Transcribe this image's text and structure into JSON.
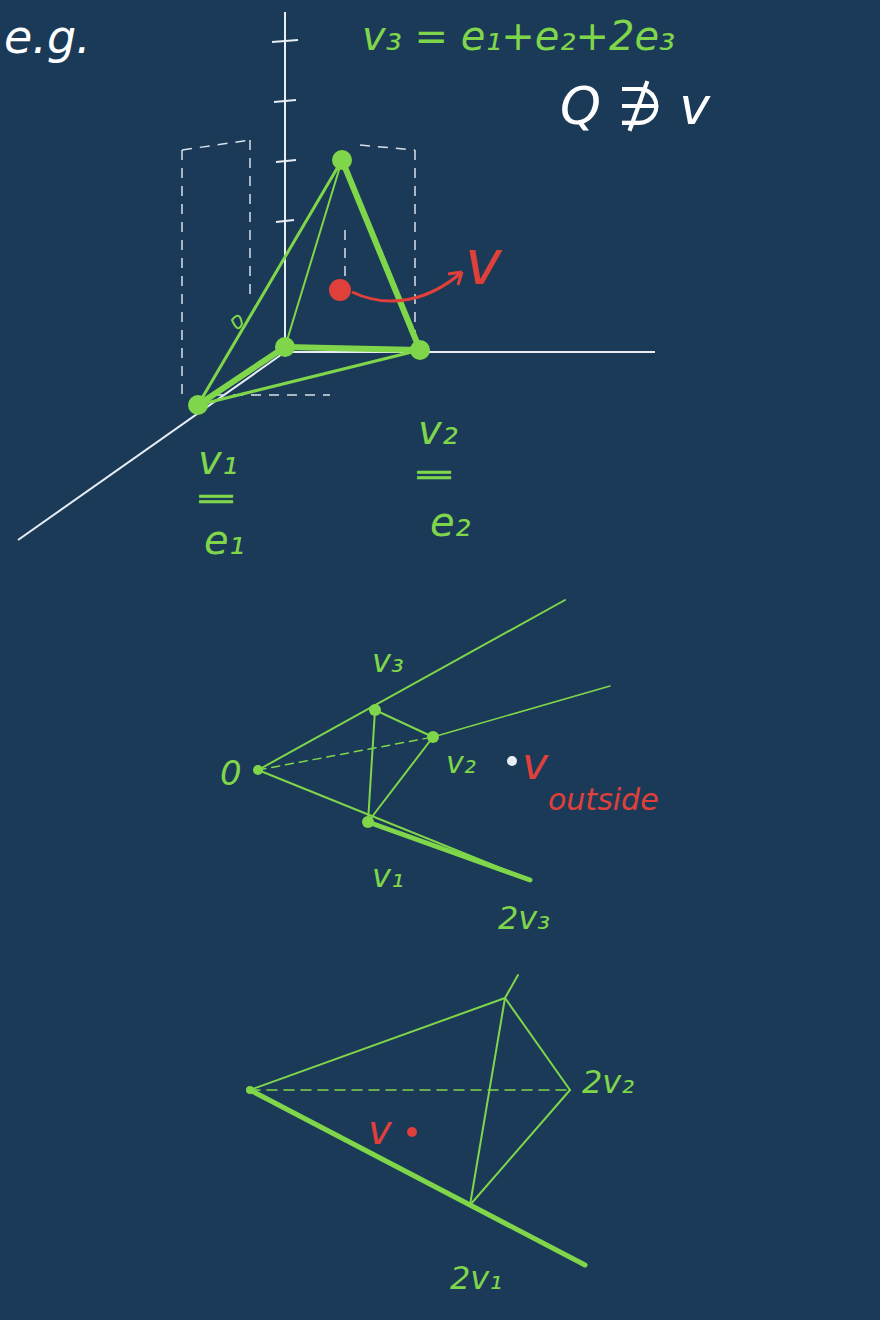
{
  "diagram": {
    "labels": [
      "e.g.",
      "v₃ = e₁+e₂+2e₃",
      "Q ∌ v",
      "v",
      "v₁",
      "‖",
      "e₁",
      "v₂",
      "‖",
      "e₂",
      "v₃",
      "0",
      "v₂",
      "v",
      "outside",
      "v₁",
      "2v₃",
      "2v₂",
      "v",
      "2v₁"
    ]
  }
}
